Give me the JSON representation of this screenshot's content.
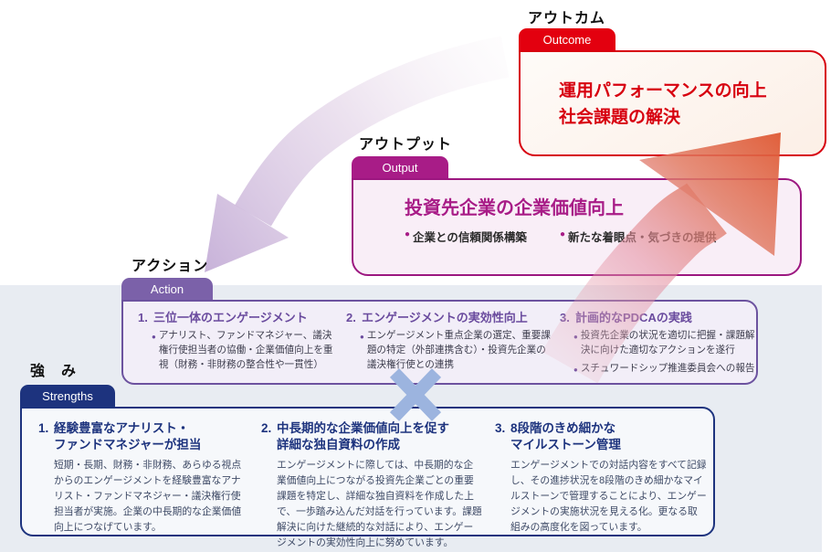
{
  "icons": {
    "bullet": "●",
    "cross_link": "×"
  },
  "colors": {
    "outcome_red": "#d7000f",
    "output_magenta": "#a81c87",
    "action_purple": "#7b61a9",
    "strengths_navy": "#1d337e",
    "lower_background_grey": "#e8ecf2",
    "link_cross_blue": "#9cb4df",
    "arrow_orange": "#e2633e",
    "arrow_lavender": "#c6b0d8"
  },
  "sections": {
    "outcome": {
      "label": "アウトカム",
      "tab": "Outcome",
      "line1": "運用パフォーマンスの向上",
      "line2": "社会課題の解決"
    },
    "output": {
      "label": "アウトプット",
      "tab": "Output",
      "title": "投資先企業の企業価値向上",
      "bullets": [
        "企業との信頼関係構築",
        "新たな着眼点・気づきの提供"
      ]
    },
    "action": {
      "label": "アクション",
      "tab": "Action",
      "items": [
        {
          "num": "1.",
          "heading": "三位一体のエンゲージメント",
          "bullets": [
            "アナリスト、ファンドマネジャー、議決権行使担当者の協働・企業価値向上を重視（財務・非財務の整合性や一貫性）"
          ]
        },
        {
          "num": "2.",
          "heading": "エンゲージメントの実効性向上",
          "bullets": [
            "エンゲージメント重点企業の選定、重要課題の特定（外部連携含む）・投資先企業の議決権行使との連携"
          ]
        },
        {
          "num": "3.",
          "heading": "計画的なPDCAの実践",
          "bullets": [
            "投資先企業の状況を適切に把握・課題解決に向けた適切なアクションを遂行",
            "スチュワードシップ推進委員会への報告"
          ]
        }
      ]
    },
    "strengths": {
      "label": "強　み",
      "tab": "Strengths",
      "items": [
        {
          "num": "1.",
          "heading": "経験豊富なアナリスト・\nファンドマネジャーが担当",
          "body": "短期・長期、財務・非財務、あらゆる視点からのエンゲージメントを経験豊富なアナリスト・ファンドマネジャー・議決権行使担当者が実施。企業の中長期的な企業価値向上につなげています。"
        },
        {
          "num": "2.",
          "heading": "中長期的な企業価値向上を促す\n詳細な独自資料の作成",
          "body": "エンゲージメントに際しては、中長期的な企業価値向上につながる投資先企業ごとの重要課題を特定し、詳細な独自資料を作成した上で、一歩踏み込んだ対話を行っています。課題解決に向けた継続的な対話により、エンゲージメントの実効性向上に努めています。"
        },
        {
          "num": "3.",
          "heading": "8段階のきめ細かな\nマイルストーン管理",
          "body": "エンゲージメントでの対話内容をすべて記録し、その進捗状況を8段階のきめ細かなマイルストーンで管理することにより、エンゲージメントの実施状況を見える化。更なる取組みの高度化を図っています。"
        }
      ]
    }
  }
}
